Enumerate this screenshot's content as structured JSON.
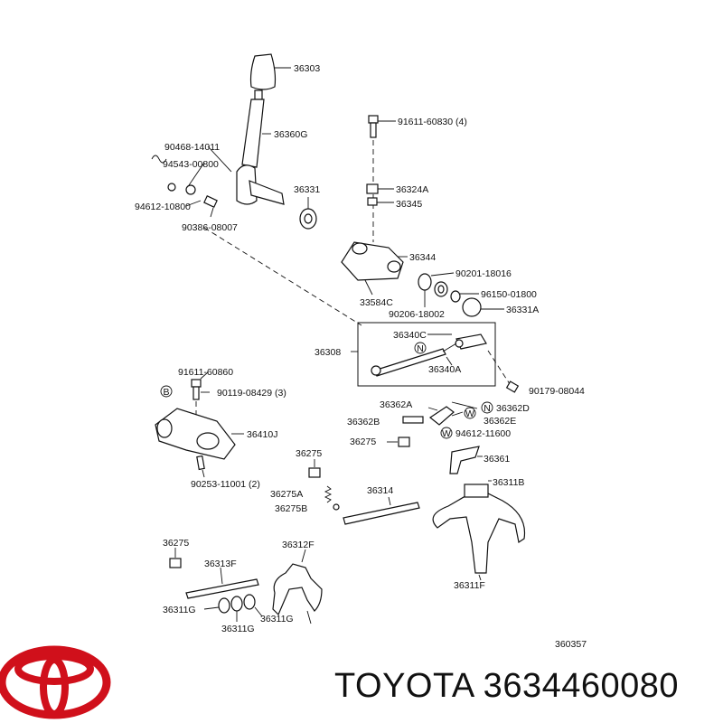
{
  "labels": {
    "l36303": "36303",
    "l36360G": "36360G",
    "l90468": "90468-14011",
    "l94543": "94543-00800",
    "l94612a": "94612-10800",
    "l90386": "90386-08007",
    "l36331": "36331",
    "l91611a": "91611-60830 (4)",
    "l36324A": "36324A",
    "l36345": "36345",
    "l36344": "36344",
    "l90201": "90201-18016",
    "l96150": "96150-01800",
    "l33584C": "33584C",
    "l90206": "90206-18002",
    "l36331A": "36331A",
    "l36308": "36308",
    "l36340C": "36340C",
    "l36340A": "36340A",
    "l91611b": "91611-60860",
    "l90119": "90119-08429 (3)",
    "l90179": "90179-08044",
    "l36362A": "36362A",
    "l36362D": "36362D",
    "l36362B": "36362B",
    "l36362E": "36362E",
    "l36410J": "36410J",
    "l94612b": "94612-11600",
    "l36275a": "36275",
    "l36275b": "36275",
    "l36361": "36361",
    "l90253": "90253-11001 (2)",
    "l36311B": "36311B",
    "l36275A": "36275A",
    "l36314": "36314",
    "l36275B": "36275B",
    "l36275c": "36275",
    "l36312F": "36312F",
    "l36313F": "36313F",
    "l36311F": "36311F",
    "l36311Ga": "36311G",
    "l36311Gb": "36311G",
    "l36311Gc": "36311G",
    "l360357": "360357"
  },
  "markers": {
    "n": "N",
    "b": "B",
    "w": "W"
  },
  "brand": {
    "text": "TOYOTA 3634460080",
    "logo_color": "#d0101b"
  }
}
